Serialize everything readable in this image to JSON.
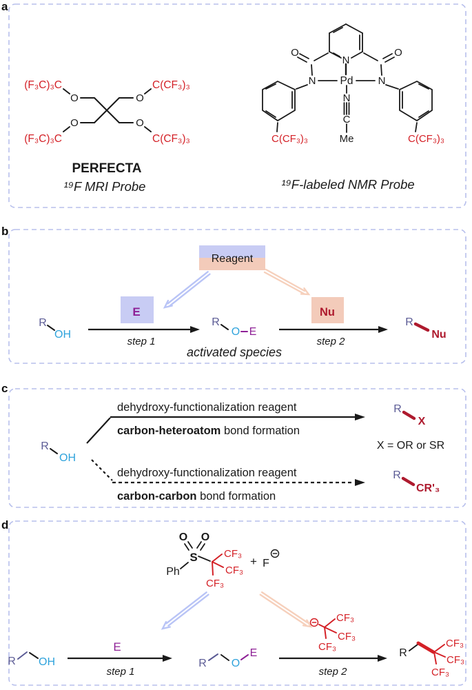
{
  "colors": {
    "red": "#d42127",
    "dark_red": "#ae1a2e",
    "slate_r": "#5b5b95",
    "cyan_o": "#2fa3dc",
    "purple_e": "#8e2196",
    "lavender_fill": "#c8ccf4",
    "salmon_fill": "#f3cbba",
    "panel_border": "#b7bfec"
  },
  "panel_a": {
    "letter": "a",
    "perfecta": {
      "group_tl": "(F₃C)₃C",
      "group_tr": "C(CF₃)₃",
      "group_bl": "(F₃C)₃C",
      "group_br": "C(CF₃)₃",
      "o": "O",
      "name": "PERFECTA",
      "caption": "¹⁹F MRI Probe"
    },
    "nmr_probe": {
      "o": "O",
      "n": "N",
      "pd": "Pd",
      "c": "C",
      "me": "Me",
      "cf3_left": "C(CF₃)₃",
      "cf3_right": "C(CF₃)₃",
      "caption": "¹⁹F-labeled NMR Probe"
    }
  },
  "panel_b": {
    "letter": "b",
    "reagent": "Reagent",
    "e": "E",
    "nu": "Nu",
    "r": "R",
    "oh": "OH",
    "o": "O",
    "e2": "E",
    "nu_product": "Nu",
    "step1": "step 1",
    "step2": "step 2",
    "activated": "activated species"
  },
  "panel_c": {
    "letter": "c",
    "r": "R",
    "oh": "OH",
    "top_reagent": "dehydroxy-functionalization reagent",
    "top_bold": "carbon-heteroatom",
    "top_rest": " bond formation",
    "bottom_reagent": "dehydroxy-functionalization reagent",
    "bottom_bold": "carbon-carbon",
    "bottom_rest": " bond formation",
    "x": "X",
    "x_note": "X = OR or SR",
    "cr3": "CR'₃"
  },
  "panel_d": {
    "letter": "d",
    "ph": "Ph",
    "s": "S",
    "o_left": "O",
    "o_right": "O",
    "plus": "+",
    "f": "F",
    "cf3": "CF₃",
    "e": "E",
    "r": "R",
    "oh": "OH",
    "o": "O",
    "e2": "E",
    "step1": "step 1",
    "step2": "step 2"
  }
}
